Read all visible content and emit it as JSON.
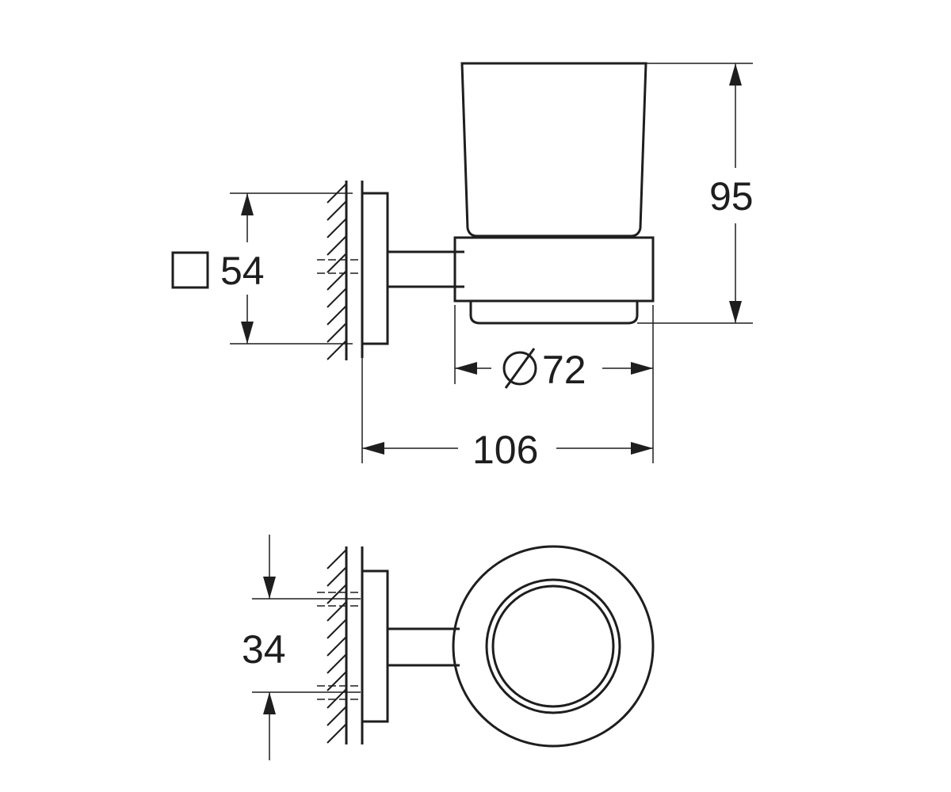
{
  "dimensions": {
    "rosette_size": "54",
    "total_height": "95",
    "cup_diameter": "72",
    "projection": "106",
    "fixing_spacing": "34"
  },
  "symbols": {
    "square": "square-symbol",
    "diameter": "diameter-symbol"
  },
  "colors": {
    "ink": "#1e1e1e",
    "background": "#ffffff"
  }
}
